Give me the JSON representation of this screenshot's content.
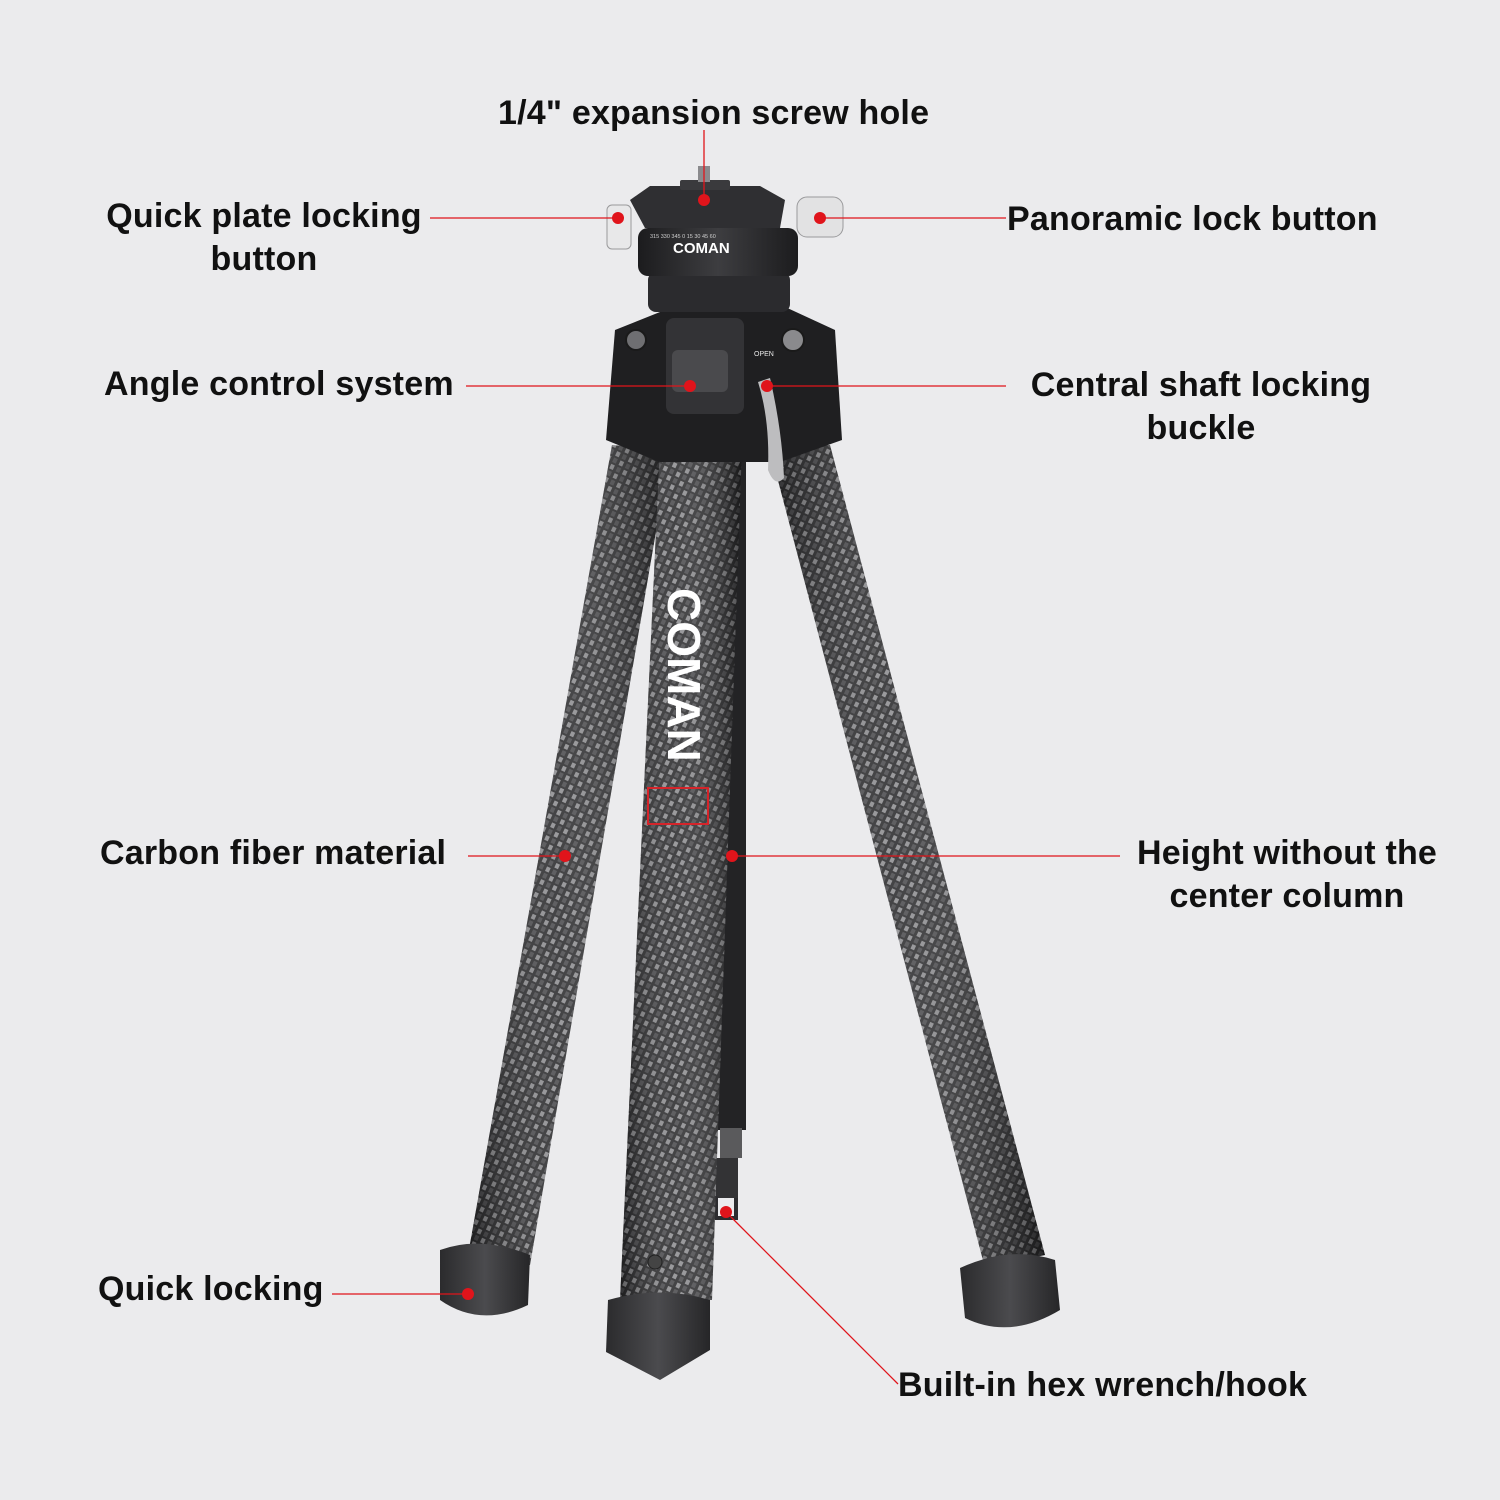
{
  "diagram": {
    "subject": "COMAN carbon fiber travel tripod",
    "background": "#ebebed",
    "callout_color": "#e0141b",
    "brand_marks": {
      "head_text": "COMAN",
      "leg_text": "COMAN",
      "dial_ticks": [
        "315",
        "330",
        "345",
        "0",
        "15",
        "30",
        "45",
        "60"
      ],
      "lever_text": "OPEN"
    },
    "callouts": [
      {
        "id": "screw-hole",
        "text": "1/4\" expansion screw hole",
        "lines": [
          "1/4\" expansion screw hole"
        ]
      },
      {
        "id": "quick-plate",
        "text": "Quick plate locking button",
        "lines": [
          "Quick plate locking",
          "button"
        ]
      },
      {
        "id": "panoramic",
        "text": "Panoramic lock button",
        "lines": [
          "Panoramic lock button"
        ]
      },
      {
        "id": "angle",
        "text": "Angle control system",
        "lines": [
          "Angle control system"
        ]
      },
      {
        "id": "central-shaft",
        "text": "Central shaft locking buckle",
        "lines": [
          "Central shaft locking",
          "buckle"
        ]
      },
      {
        "id": "carbon",
        "text": "Carbon fiber material",
        "lines": [
          "Carbon fiber material"
        ]
      },
      {
        "id": "height",
        "text": "Height without the center column",
        "lines": [
          "Height without the",
          "center column"
        ]
      },
      {
        "id": "quick-locking",
        "text": "Quick locking",
        "lines": [
          "Quick locking"
        ]
      },
      {
        "id": "hex-wrench",
        "text": "Built-in hex wrench/hook",
        "lines": [
          "Built-in hex wrench/hook"
        ]
      }
    ]
  }
}
